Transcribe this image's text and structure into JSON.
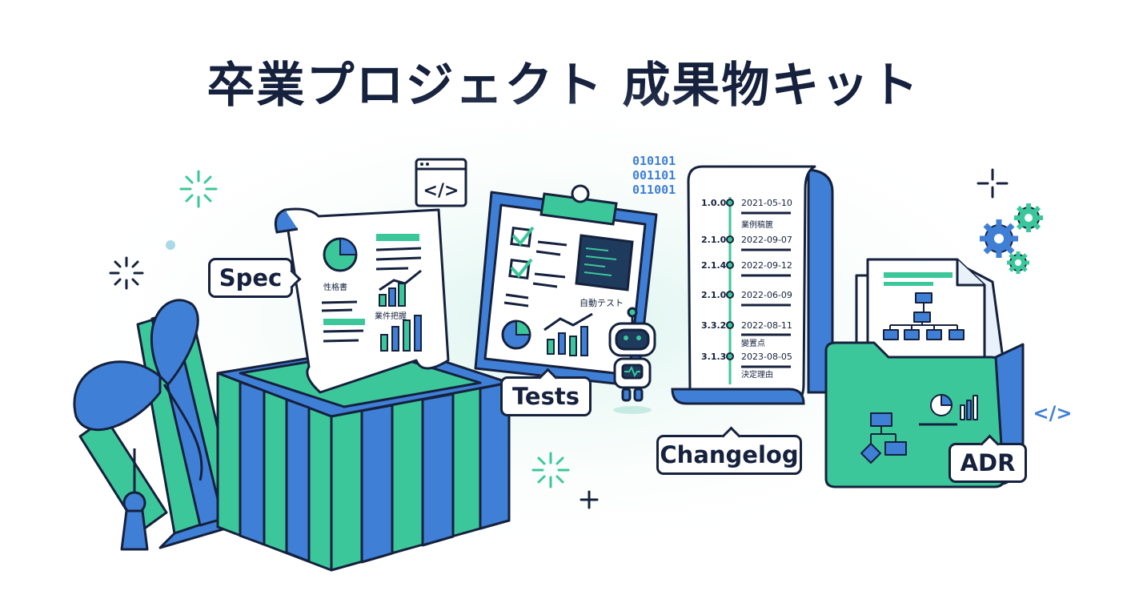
{
  "title": "卒業プロジェクト 成果物キット",
  "colors": {
    "navy": "#15213d",
    "blue": "#3f7fd6",
    "teal": "#3cc79b",
    "light": "#dff4ee"
  },
  "callouts": {
    "spec": "Spec",
    "tests": "Tests",
    "changelog": "Changelog",
    "adr": "ADR"
  },
  "spec_doc": {
    "label1": "性格書",
    "label2": "業件把握"
  },
  "tests_board": {
    "label": "自動テスト"
  },
  "binary": [
    "010101",
    "001101",
    "011001"
  ],
  "code_icon": "</>",
  "changelog_entries": [
    {
      "version": "1.0.0",
      "date": "2021-05-10",
      "note": "業例稿篋"
    },
    {
      "version": "2.1.0",
      "date": "2022-09-07",
      "note": ""
    },
    {
      "version": "2.1.4",
      "date": "2022-09-12",
      "note": ""
    },
    {
      "version": "2.1.0",
      "date": "2022-06-09",
      "note": ""
    },
    {
      "version": "3.3.2",
      "date": "2022-08-11",
      "note": "變置点"
    },
    {
      "version": "3.1.3",
      "date": "2023-08-05",
      "note": "決定理由"
    }
  ]
}
